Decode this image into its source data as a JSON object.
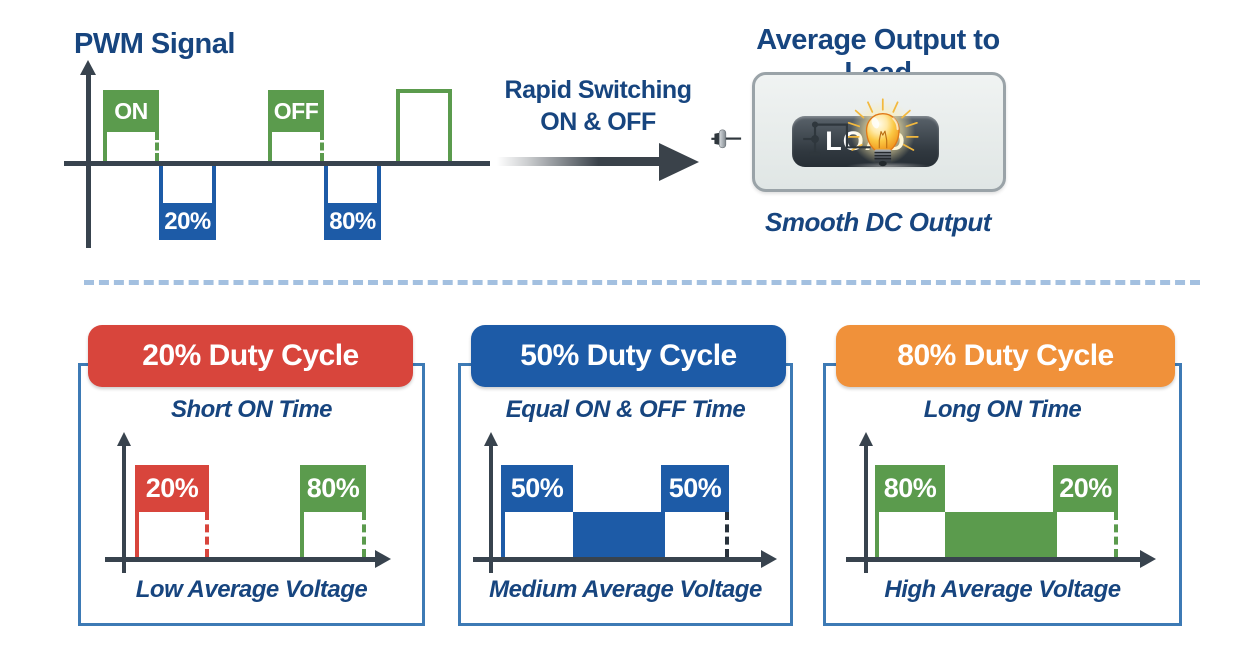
{
  "colors": {
    "navy_text": "#17457f",
    "green": "#5b9b4d",
    "blue": "#1d5ba7",
    "red": "#d8453c",
    "orange": "#f0913a",
    "axis_slate": "#38434e",
    "panel_border": "#3d7ab5",
    "divider_dash": "#a3c0e0",
    "bulb_orange": "#f09c22"
  },
  "pwm_signal": {
    "title": "PWM Signal",
    "on_label": "ON",
    "off_label": "OFF",
    "duty_20": "20%",
    "duty_80": "80%"
  },
  "transition": {
    "line1": "Rapid Switching",
    "line2": "ON & OFF"
  },
  "average_output": {
    "title": "Average Output to Load",
    "load_label": "LOAD",
    "caption": "Smooth DC Output"
  },
  "duty_panels": [
    {
      "header": "20% Duty Cycle",
      "header_color": "#d8453c",
      "subtitle": "Short ON Time",
      "pulse1_label": "20%",
      "pulse2_label": "80%",
      "caption": "Low Average Voltage"
    },
    {
      "header": "50% Duty Cycle",
      "header_color": "#1d5ba7",
      "subtitle": "Equal ON & OFF Time",
      "pulse1_label": "50%",
      "pulse2_label": "50%",
      "caption": "Medium Average Voltage"
    },
    {
      "header": "80% Duty Cycle",
      "header_color": "#f0913a",
      "subtitle": "Long ON Time",
      "pulse1_label": "80%",
      "pulse2_label": "20%",
      "caption": "High Average Voltage"
    }
  ]
}
